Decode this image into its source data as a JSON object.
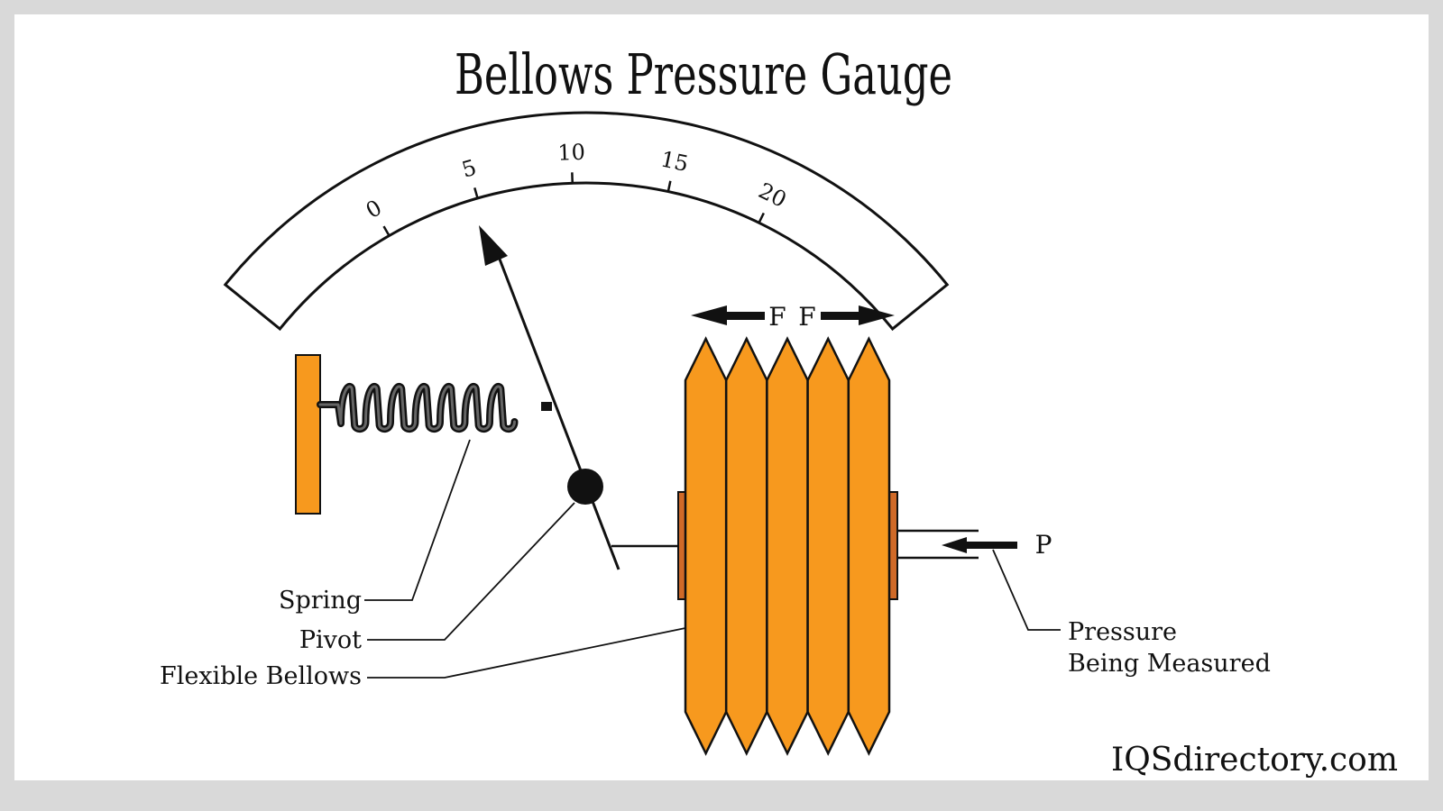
{
  "title": "Bellows Pressure Gauge",
  "gauge": {
    "scale_labels": [
      "0",
      "5",
      "10",
      "15",
      "20"
    ],
    "pointer_value": 6.5
  },
  "forces": {
    "left": "F",
    "right": "F",
    "pressure": "P"
  },
  "callouts": {
    "spring": "Spring",
    "pivot": "Pivot",
    "flexible_bellows": "Flexible Bellows",
    "pressure_line1": "Pressure",
    "pressure_line2": "Being Measured"
  },
  "brand": "IQSdirectory.com",
  "colors": {
    "bellows_fill": "#f7991e",
    "end_plate_fill": "#d06a28",
    "stroke": "#111111",
    "background": "#ffffff",
    "frame": "#d9d9d9"
  }
}
